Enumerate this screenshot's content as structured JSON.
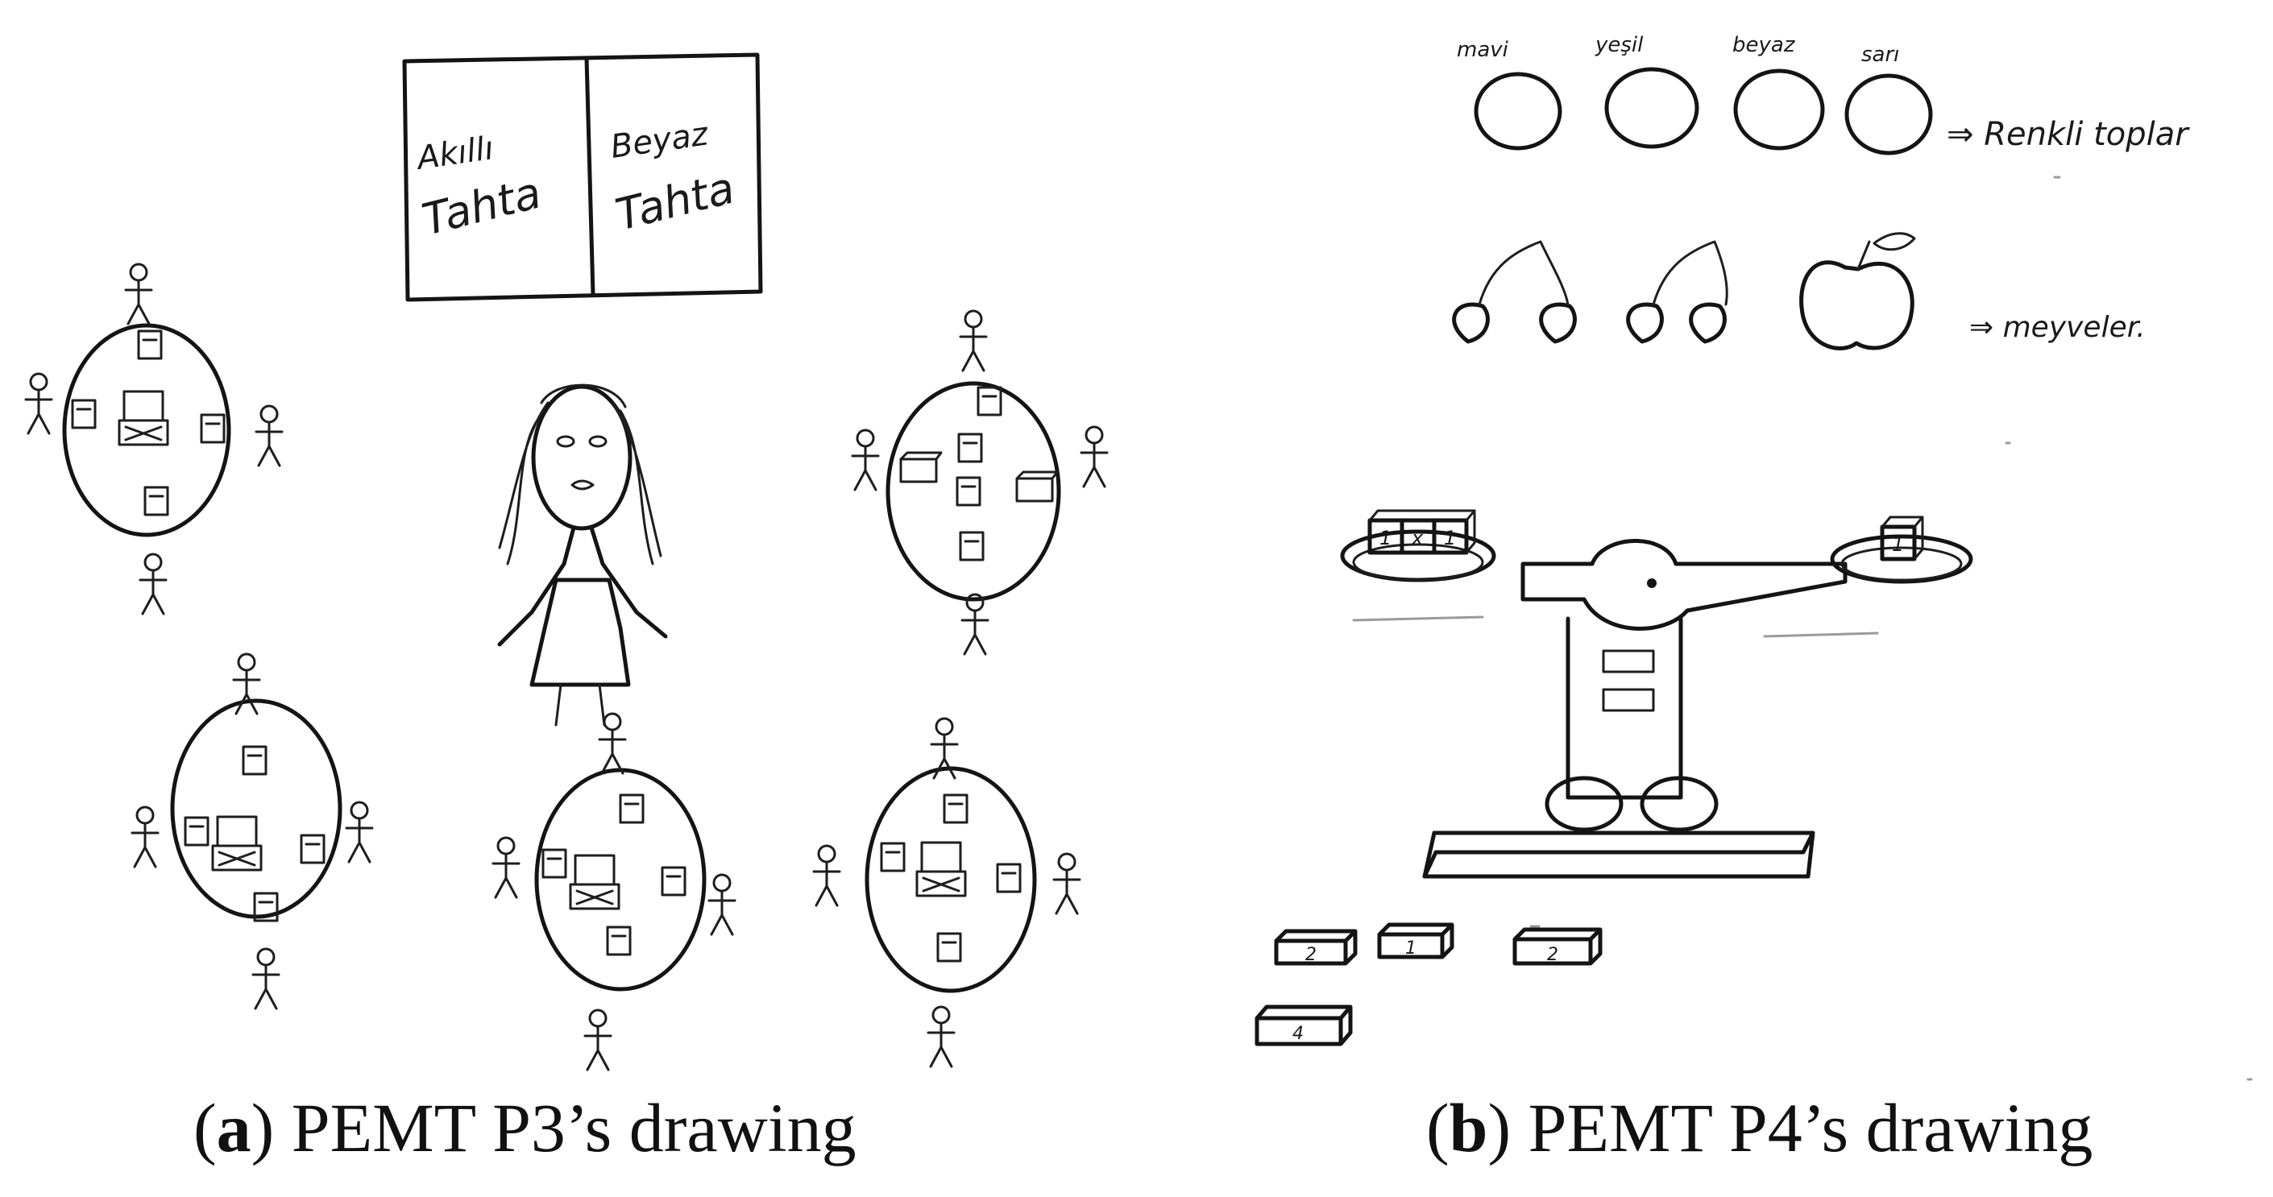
{
  "panel_a": {
    "board_left_line1": "Akıllı",
    "board_left_line2": "Tahta",
    "board_right_line1": "Beyaz",
    "board_right_line2": "Tahta",
    "caption_letter": "a",
    "caption_text": "PEMT P3’s drawing"
  },
  "panel_b": {
    "ball_labels": [
      "mavi",
      "yeşil",
      "beyaz",
      "sarı"
    ],
    "row1_note": "⇒ Renkli toplar",
    "row2_note": "⇒ meyveler.",
    "left_pan_cubes": [
      "1",
      "x",
      "1"
    ],
    "right_pan_cube": "1",
    "loose_cubes": [
      "2",
      "1",
      "2",
      "4"
    ],
    "caption_letter": "b",
    "caption_text": "PEMT P4’s drawing"
  },
  "colors": {
    "ink": "#141414",
    "background": "#ffffff"
  }
}
